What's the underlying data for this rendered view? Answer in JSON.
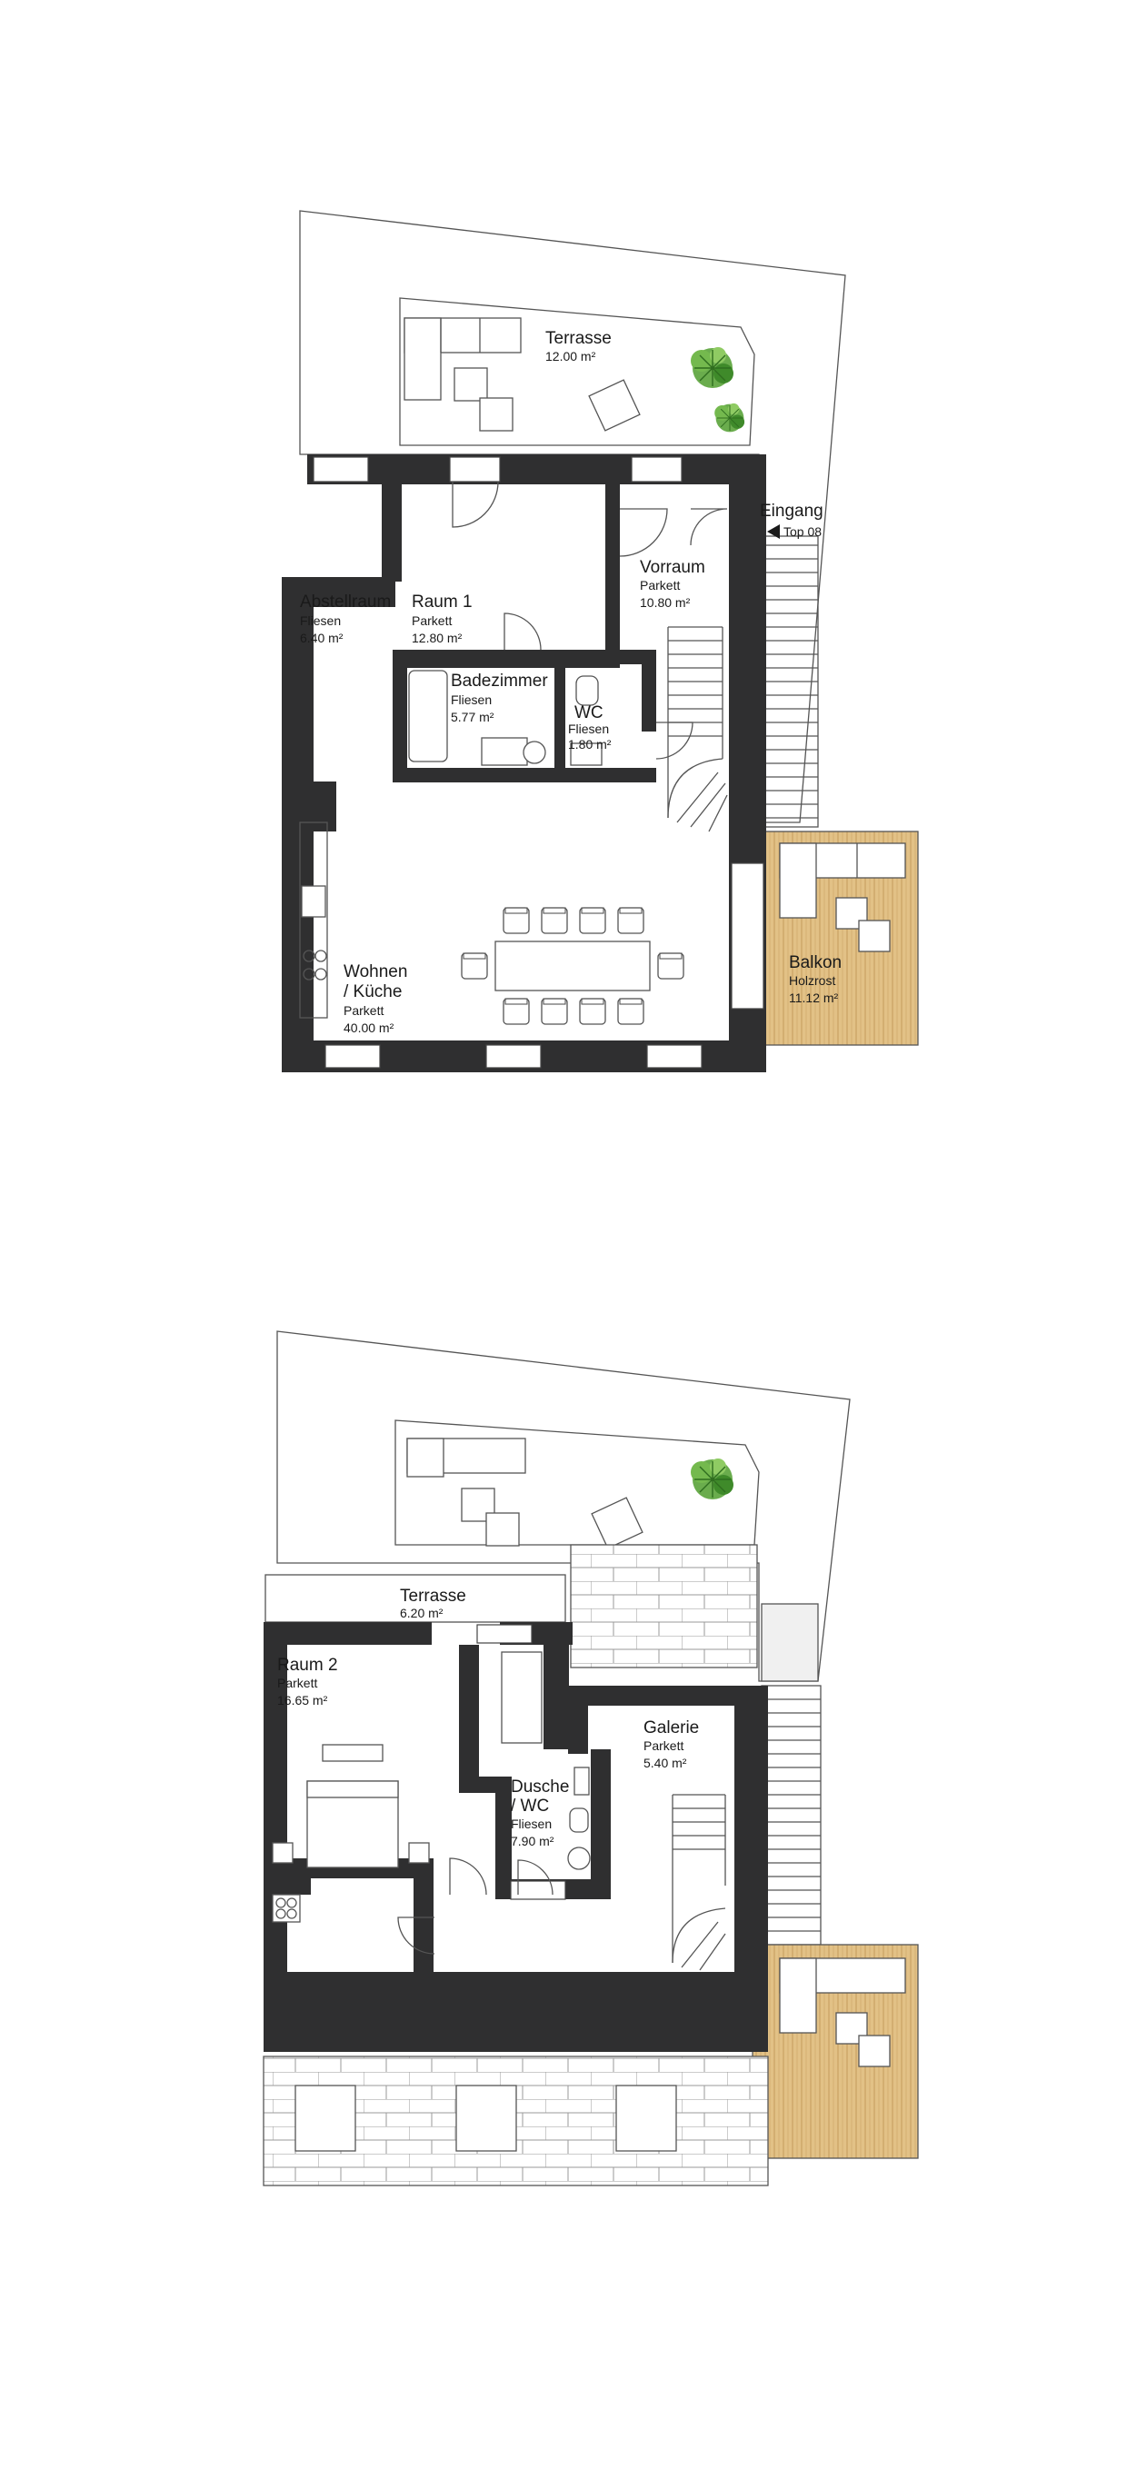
{
  "floor_upper": {
    "rooms": [
      {
        "id": "terrasse",
        "name": "Terrasse",
        "area": "12.00 m²"
      },
      {
        "id": "eingang",
        "name": "Eingang",
        "sub": "Top 08"
      },
      {
        "id": "vorraum",
        "name": "Vorraum",
        "floor": "Parkett",
        "area": "10.80 m²"
      },
      {
        "id": "abstellraum",
        "name": "Abstellraum",
        "floor": "Fliesen",
        "area": "6.40 m²"
      },
      {
        "id": "raum1",
        "name": "Raum 1",
        "floor": "Parkett",
        "area": "12.80 m²"
      },
      {
        "id": "badezimmer",
        "name": "Badezimmer",
        "floor": "Fliesen",
        "area": "5.77 m²"
      },
      {
        "id": "wc",
        "name": "WC",
        "floor": "Fliesen",
        "area": "1.80 m²"
      },
      {
        "id": "balkon",
        "name": "Balkon",
        "floor": "Holzrost",
        "area": "11.12 m²"
      },
      {
        "id": "wohnen",
        "name": "Wohnen",
        "name2": "/ Küche",
        "floor": "Parkett",
        "area": "40.00 m²"
      }
    ]
  },
  "floor_lower": {
    "rooms": [
      {
        "id": "terrasse2",
        "name": "Terrasse",
        "area": "6.20 m²"
      },
      {
        "id": "raum2",
        "name": "Raum 2",
        "floor": "Parkett",
        "area": "16.65 m²"
      },
      {
        "id": "galerie",
        "name": "Galerie",
        "floor": "Parkett",
        "area": "5.40 m²"
      },
      {
        "id": "dusche",
        "name": "Dusche",
        "name2": "/ WC",
        "floor": "Fliesen",
        "area": "7.90 m²"
      }
    ]
  },
  "colors": {
    "wall": "#2f2f30",
    "deck": "#e2c186",
    "deck_line": "#c9a263",
    "plant": "#5aa33a",
    "line": "#555555"
  },
  "icons": [
    "plant-icon",
    "sofa-icon",
    "stair-icon",
    "door-swing-icon",
    "window-icon",
    "toilet-icon",
    "sink-icon",
    "bathtub-icon",
    "shower-icon",
    "stove-icon",
    "bed-icon",
    "dining-table-icon",
    "chair-icon"
  ]
}
